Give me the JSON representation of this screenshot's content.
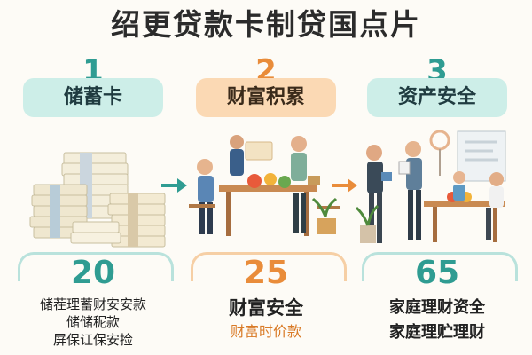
{
  "title": "绍更贷款卡制贷国点片",
  "columns": [
    {
      "number": "1",
      "pill": "储蓄卡",
      "big": "20",
      "lines": [
        "储茬理蓄财安安款",
        "储储秜款",
        "屏保讧保安捡"
      ]
    },
    {
      "number": "2",
      "pill": "财富积累",
      "big": "25",
      "lines": [
        "财富安全",
        "财富时价款"
      ]
    },
    {
      "number": "3",
      "pill": "资产安全",
      "big": "65",
      "lines": [
        "家庭理财资全",
        "家庭理贮理财"
      ]
    }
  ],
  "colors": {
    "teal": "#2f9c92",
    "orange": "#e98c3a",
    "teal_pill": "#cdeee8",
    "orange_pill": "#fbd9b4"
  }
}
